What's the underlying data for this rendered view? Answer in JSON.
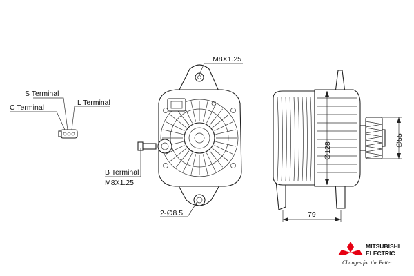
{
  "labels": {
    "s_terminal": "S Terminal",
    "c_terminal": "C Terminal",
    "l_terminal": "L Terminal",
    "b_terminal": "B Terminal",
    "b_thread": "M8X1.25",
    "top_thread": "M8X1.25",
    "mount_hole": "2-∅8.5"
  },
  "dimensions": {
    "body_diameter": "∅128",
    "pulley_diameter": "∅55",
    "length": "79"
  },
  "brand": {
    "name_line1": "MITSUBISHI",
    "name_line2": "ELECTRIC",
    "slogan": "Changes for the Better",
    "logo_color": "#e60012"
  },
  "colors": {
    "line": "#222222",
    "background": "#ffffff"
  }
}
